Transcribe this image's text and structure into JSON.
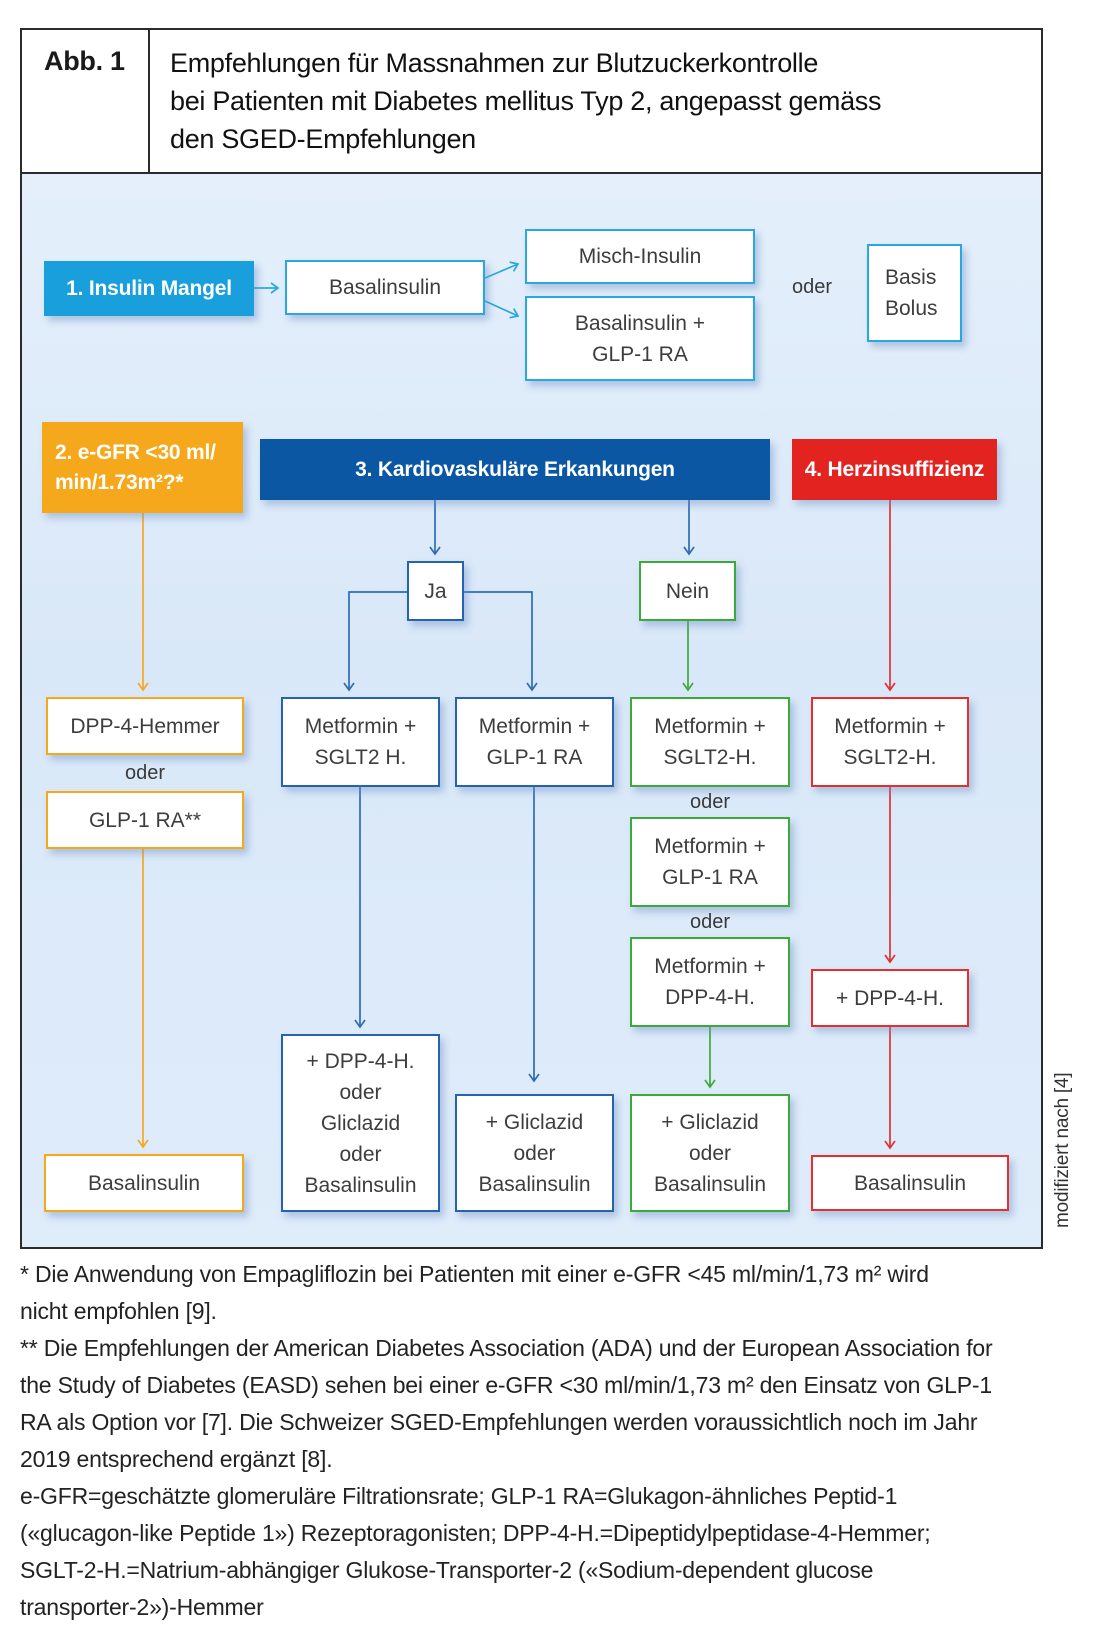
{
  "figure": {
    "label": "Abb. 1",
    "title": "Empfehlungen für Massnahmen zur Blutzuckerkontrolle\nbei Patienten mit Diabetes mellitus Typ 2, angepasst gemäss\nden SGED-Empfehlungen",
    "credit": "modifiziert nach [4]"
  },
  "colors": {
    "light_blue": "#29A8E0",
    "dark_blue": "#0B57A4",
    "mid_blue": "#2E6CB5",
    "orange": "#F6A81C",
    "green": "#3CAA3A",
    "red": "#E3302E",
    "panel_bg": "#DCE9F8"
  },
  "labels": {
    "oder": "oder"
  },
  "flowchart": {
    "insulin_mangel": "1. Insulin Mangel",
    "basalinsulin_start": "Basalinsulin",
    "misch_insulin": "Misch-Insulin",
    "basalinsulin_glp1": "Basalinsulin +\nGLP-1 RA",
    "basis_bolus": "Basis\nBolus",
    "egfr_header": "2. e-GFR <30 ml/\nmin/1.73m²?*",
    "kardio_header": "3. Kardiovaskuläre Erkankungen",
    "herz_header": "4. Herzinsuffizienz",
    "ja": "Ja",
    "nein": "Nein",
    "dpp4_hemmer": "DPP-4-Hemmer",
    "glp1_ra": "GLP-1 RA**",
    "met_sglt2_cv": "Metformin +\nSGLT2 H.",
    "met_glp1_cv": "Metformin +\nGLP-1 RA",
    "met_sglt2_nein": "Metformin +\nSGLT2-H.",
    "met_glp1_nein": "Metformin +\nGLP-1 RA",
    "met_dpp4_nein": "Metformin +\nDPP-4-H.",
    "met_sglt2_hf": "Metformin +\nSGLT2-H.",
    "dpp4_hf": "+ DPP-4-H.",
    "basalinsulin_egfr": "Basalinsulin",
    "dpp4_gliclazid_basal": "+ DPP-4-H.\noder\nGliclazid\noder\nBasalinsulin",
    "gliclazid_basal_cv": "+ Gliclazid\noder\nBasalinsulin",
    "gliclazid_basal_nein": "+ Gliclazid\noder\nBasalinsulin",
    "basalinsulin_hf": "Basalinsulin"
  },
  "footnotes": [
    "* Die Anwendung von Empagliflozin bei Patienten mit einer e-GFR <45 ml/min/1,73 m² wird\nnicht empfohlen [9].",
    "** Die Empfehlungen der American Diabetes Association (ADA) und der European Association for\nthe Study of Diabetes (EASD) sehen bei einer e-GFR <30 ml/min/1,73 m² den Einsatz von GLP-1\nRA als Option vor [7]. Die Schweizer SGED-Empfehlungen werden voraussichtlich noch im Jahr\n2019 entsprechend ergänzt [8].",
    "e-GFR=geschätzte glomeruläre Filtrationsrate; GLP-1 RA=Glukagon-ähnliches Peptid-1\n(«glucagon-like Peptide 1») Rezeptoragonisten; DPP-4-H.=Dipeptidylpeptidase-4-Hemmer;\nSGLT-2-H.=Natrium-abhängiger Glukose-Transporter-2 («Sodium-dependent glucose\ntransporter-2»)-Hemmer"
  ]
}
